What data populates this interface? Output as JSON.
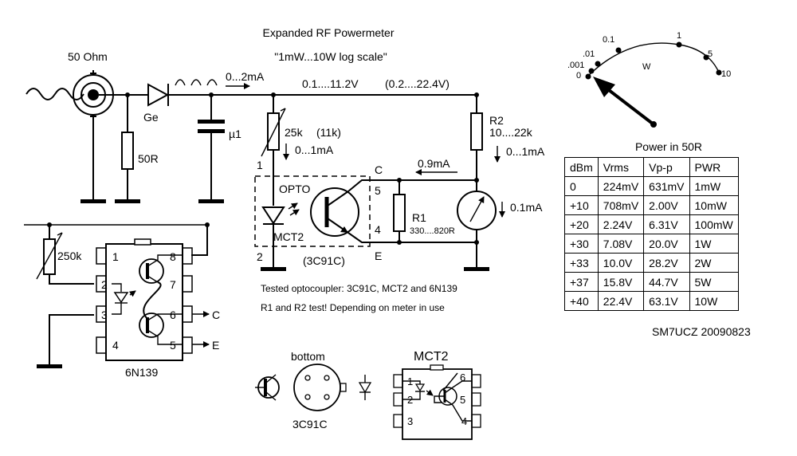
{
  "title": "Expanded RF Powermeter",
  "subtitle": "\"1mW...10W log scale\"",
  "labels": {
    "ohm": "50 Ohm",
    "diode": "Ge",
    "cap": "µ1",
    "r50": "50R",
    "current1": "0...2mA",
    "v_range": "0.1....11.2V",
    "v_range2": "(0.2....22.4V)",
    "pot": "25k",
    "pot_alt": "(11k)",
    "cur_opto": "0...1mA",
    "opto": "OPTO",
    "mct2": "MCT2",
    "pin1": "1",
    "pin2": "2",
    "pin4": "4",
    "pin5": "5",
    "pin_c": "C",
    "pin_e": "E",
    "r2": "R2",
    "r2_val": "10....22k",
    "cur_r2": "0...1mA",
    "cur_09": "0.9mA",
    "r1": "R1",
    "r1_val": "330....820R",
    "meter": "0.1mA",
    "ic_3c91c": "(3C91C)",
    "note1": "Tested optocoupler: 3C91C, MCT2 and 6N139",
    "note2": "R1 and R2 test! Depending on meter in use",
    "pot250": "250k",
    "ic6n139": "6N139",
    "p6n_1": "1",
    "p6n_2": "2",
    "p6n_3": "3",
    "p6n_4": "4",
    "p6n_5": "5",
    "p6n_6": "6",
    "p6n_7": "7",
    "p6n_8": "8",
    "out_c": "C",
    "out_e": "E",
    "bottom": "bottom",
    "pkg_3c91c": "3C91C",
    "mct2_title": "MCT2",
    "m_1": "1",
    "m_2": "2",
    "m_3": "3",
    "m_4": "4",
    "m_5": "5",
    "m_6": "6"
  },
  "scale": {
    "unit": "W",
    "ticks": [
      "0",
      ".001",
      ".01",
      "0.1",
      "1",
      "5",
      "10"
    ]
  },
  "table": {
    "title": "Power in 50R",
    "headers": [
      "dBm",
      "Vrms",
      "Vp-p",
      "PWR"
    ],
    "rows": [
      [
        "0",
        "224mV",
        "631mV",
        "1mW"
      ],
      [
        "+10",
        "708mV",
        "2.00V",
        "10mW"
      ],
      [
        "+20",
        "2.24V",
        "6.31V",
        "100mW"
      ],
      [
        "+30",
        "7.08V",
        "20.0V",
        "1W"
      ],
      [
        "+33",
        "10.0V",
        "28.2V",
        "2W"
      ],
      [
        "+37",
        "15.8V",
        "44.7V",
        "5W"
      ],
      [
        "+40",
        "22.4V",
        "63.1V",
        "10W"
      ]
    ]
  },
  "signature": "SM7UCZ 20090823"
}
